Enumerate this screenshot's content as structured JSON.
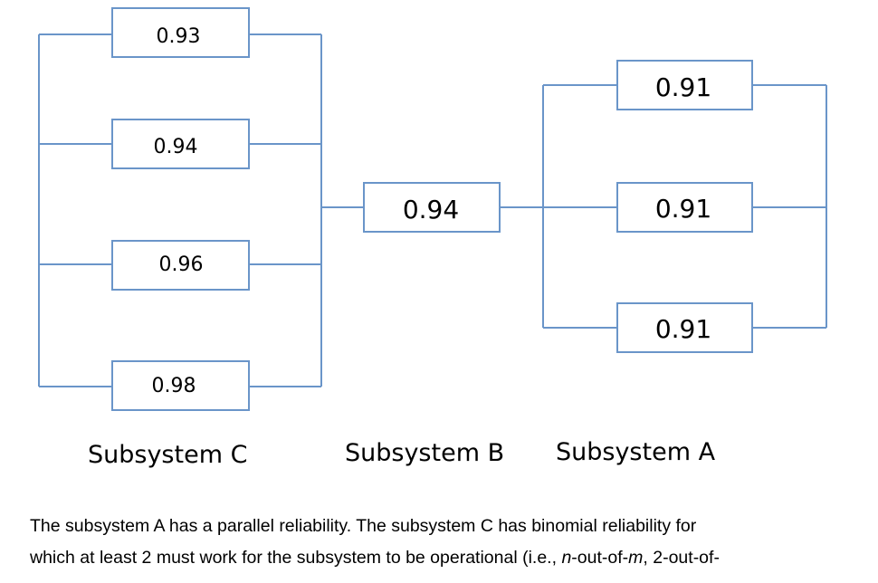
{
  "subsystem_c": {
    "label": "Subsystem C",
    "components": [
      "0.93",
      "0.94",
      "0.96",
      "0.98"
    ]
  },
  "subsystem_b": {
    "label": "Subsystem B",
    "components": [
      "0.94"
    ]
  },
  "subsystem_a": {
    "label": "Subsystem A",
    "components": [
      "0.91",
      "0.91",
      "0.91"
    ]
  },
  "description": {
    "line1": "The subsystem A has a parallel reliability. The subsystem C has binomial reliability for",
    "line2_a": "which at least 2 must work for the subsystem to be operational (i.e., ",
    "line2_n": "n",
    "line2_b": "-out-of-",
    "line2_m": "m",
    "line2_c": ", 2-out-of-"
  },
  "colors": {
    "wire": "#6a95c9"
  }
}
